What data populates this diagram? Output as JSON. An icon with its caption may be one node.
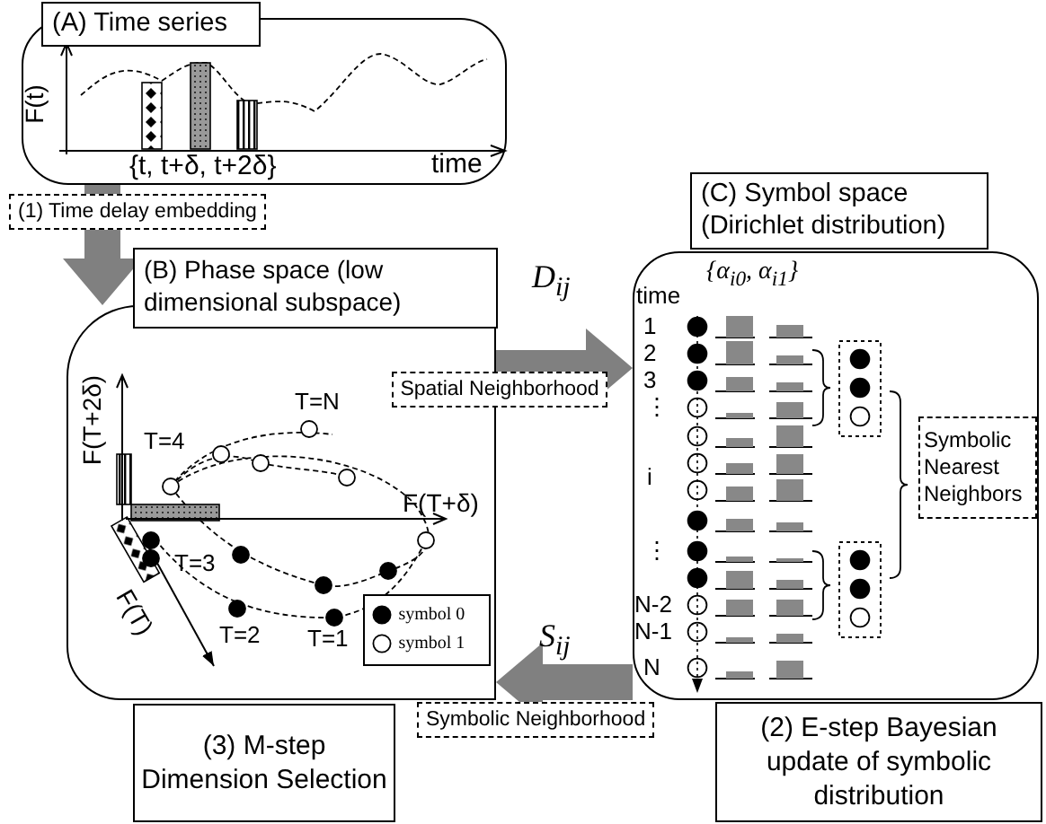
{
  "diagram": {
    "nodes": [
      {
        "text": [
          "(A) Time series"
        ]
      },
      {
        "text": [
          "(B) Phase space (low dimensional subspace)"
        ]
      },
      {
        "text": [
          "(3) M-step Dimension Selection"
        ]
      },
      {
        "text": [
          "(C) Symbol space (Dirichlet distribution)"
        ]
      },
      {
        "text": [
          "Symbolic Nearest Neighbors"
        ],
        "in": 3
      },
      {
        "text": [
          "(2) E-step Bayesian update of symbolic distribution"
        ]
      }
    ],
    "edges": [
      {
        "from": 0,
        "to": 1,
        "arrow": "to",
        "label": "(1) Time delay embedding"
      },
      {
        "from": 1,
        "to": 3,
        "arrow": "to",
        "label": "Spatial Neighborhood"
      },
      {
        "from": 3,
        "to": 1,
        "arrow": "to",
        "label": "Symbolic Neighborhood"
      }
    ],
    "labels": [
      "F(t)",
      "{t, t+δ, t+2δ}",
      "time",
      "F(T+2δ)",
      "T=N",
      "T=4",
      "F(T+δ)",
      "T=3",
      "F(T)",
      "T=2",
      "T=1",
      "D$_{ij}$",
      "S$_{ij}$",
      "{α$_{i0}$, α$_{i1}$}",
      "time",
      "1",
      "2",
      "3",
      "⋮",
      "i",
      "⋮",
      "N-2",
      "N-1",
      "N"
    ],
    "legend": [
      {
        "text": "symbol 0"
      },
      {
        "text": "symbol 1"
      }
    ]
  }
}
